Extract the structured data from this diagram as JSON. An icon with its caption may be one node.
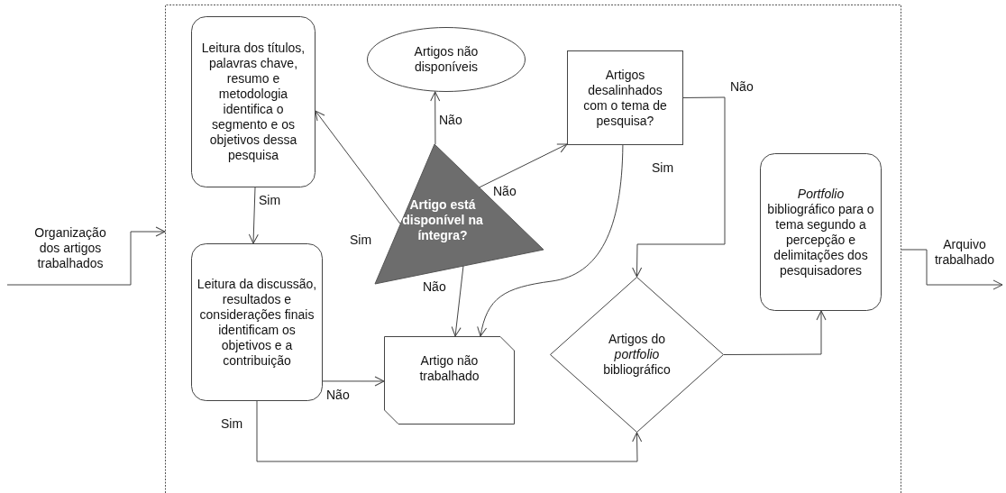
{
  "diagram": {
    "nodes": [
      {
        "text": [],
        "shape": "box"
      },
      {
        "text": [
          "Organização dos artigos trabalhados"
        ]
      },
      {
        "text": [
          "Leitura dos títulos, palavras chave, resumo e metodologia identifica o segmento e os objetivos dessa pesquisa"
        ],
        "in": 0
      },
      {
        "text": [
          "Artigos não disponíveis"
        ],
        "in": 0
      },
      {
        "text": [
          "Artigo está disponível na íntegra?"
        ],
        "in": 0
      },
      {
        "text": [
          "Artigos desalinhados com o tema de pesquisa?"
        ],
        "in": 0
      },
      {
        "text": [
          "Leitura da discussão, resultados e considerações finais identificam os objetivos e a contribuição"
        ],
        "in": 0
      },
      {
        "text": [
          "Artigo não trabalhado"
        ],
        "in": 0
      },
      {
        "text": [
          "Artigos do *portfolio* bibliográfico"
        ],
        "in": 0
      },
      {
        "text": [
          "*Portfolio* bibliográfico para o tema segundo a percepção e delimitações dos pesquisadores"
        ],
        "in": 0
      },
      {
        "text": [
          "Arquivo trabalhado"
        ]
      }
    ],
    "edges": [
      {
        "from": 1,
        "to": 0,
        "arrow": "to"
      },
      {
        "from": 4,
        "to": 3,
        "arrow": "to",
        "label": "Não"
      },
      {
        "from": 4,
        "to": 2,
        "arrow": "to",
        "label": "Sim"
      },
      {
        "from": 4,
        "to": 5,
        "arrow": "to",
        "label": "Não"
      },
      {
        "from": 2,
        "to": 6,
        "arrow": "to",
        "label": "Sim"
      },
      {
        "from": 4,
        "to": 7,
        "arrow": "to",
        "label": "Não"
      },
      {
        "from": 5,
        "to": 7,
        "arrow": "to",
        "label": "Sim"
      },
      {
        "from": 5,
        "to": 8,
        "arrow": "to",
        "label": "Não"
      },
      {
        "from": 6,
        "to": 7,
        "arrow": "to",
        "label": "Não"
      },
      {
        "from": 6,
        "to": 8,
        "arrow": "to",
        "label": "Sim"
      },
      {
        "from": 8,
        "to": 9,
        "arrow": "to"
      },
      {
        "from": 0,
        "to": 10,
        "arrow": "to"
      }
    ]
  }
}
